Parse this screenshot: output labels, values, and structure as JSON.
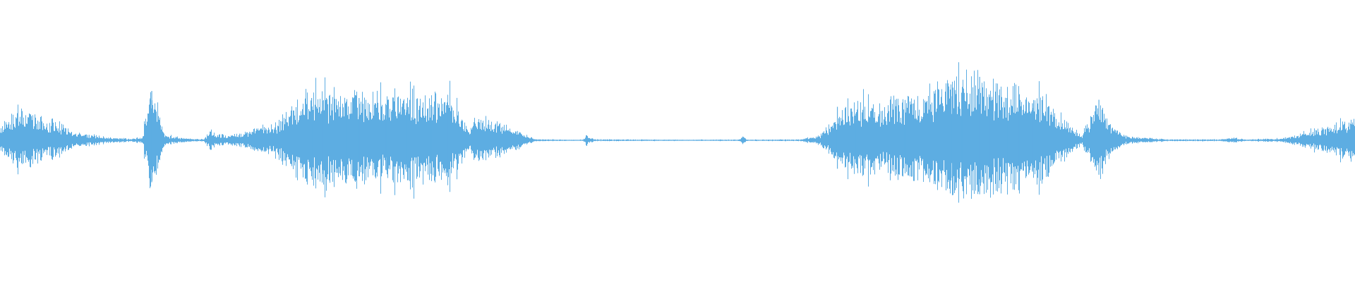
{
  "waveform": {
    "color": "#5dade2",
    "background": "#ffffff",
    "envelope": [
      [
        0,
        0.16
      ],
      [
        0.015,
        0.3
      ],
      [
        0.03,
        0.22
      ],
      [
        0.045,
        0.16
      ],
      [
        0.055,
        0.08
      ],
      [
        0.065,
        0.06
      ],
      [
        0.08,
        0.03
      ],
      [
        0.095,
        0.015
      ],
      [
        0.105,
        0.03
      ],
      [
        0.109,
        0.4
      ],
      [
        0.112,
        0.55
      ],
      [
        0.117,
        0.25
      ],
      [
        0.122,
        0.05
      ],
      [
        0.14,
        0.015
      ],
      [
        0.15,
        0.01
      ],
      [
        0.155,
        0.1
      ],
      [
        0.16,
        0.06
      ],
      [
        0.17,
        0.05
      ],
      [
        0.18,
        0.08
      ],
      [
        0.2,
        0.14
      ],
      [
        0.215,
        0.3
      ],
      [
        0.225,
        0.48
      ],
      [
        0.25,
        0.46
      ],
      [
        0.28,
        0.45
      ],
      [
        0.31,
        0.46
      ],
      [
        0.335,
        0.4
      ],
      [
        0.345,
        0.12
      ],
      [
        0.355,
        0.22
      ],
      [
        0.37,
        0.16
      ],
      [
        0.385,
        0.07
      ],
      [
        0.395,
        0.01
      ],
      [
        0.43,
        0.005
      ],
      [
        0.433,
        0.06
      ],
      [
        0.438,
        0.01
      ],
      [
        0.5,
        0.006
      ],
      [
        0.545,
        0.007
      ],
      [
        0.548,
        0.035
      ],
      [
        0.552,
        0.007
      ],
      [
        0.59,
        0.008
      ],
      [
        0.605,
        0.05
      ],
      [
        0.615,
        0.18
      ],
      [
        0.625,
        0.36
      ],
      [
        0.65,
        0.36
      ],
      [
        0.68,
        0.45
      ],
      [
        0.7,
        0.6
      ],
      [
        0.715,
        0.65
      ],
      [
        0.723,
        0.7
      ],
      [
        0.735,
        0.5
      ],
      [
        0.75,
        0.55
      ],
      [
        0.77,
        0.42
      ],
      [
        0.788,
        0.18
      ],
      [
        0.798,
        0.05
      ],
      [
        0.805,
        0.25
      ],
      [
        0.811,
        0.42
      ],
      [
        0.818,
        0.18
      ],
      [
        0.83,
        0.04
      ],
      [
        0.86,
        0.01
      ],
      [
        0.9,
        0.008
      ],
      [
        0.91,
        0.025
      ],
      [
        0.92,
        0.008
      ],
      [
        0.945,
        0.02
      ],
      [
        0.96,
        0.06
      ],
      [
        0.98,
        0.14
      ],
      [
        1.0,
        0.22
      ]
    ],
    "spikes": [
      [
        0.112,
        0.56
      ],
      [
        0.111,
        0.48
      ],
      [
        0.23,
        0.48
      ],
      [
        0.238,
        0.45
      ],
      [
        0.255,
        0.42
      ],
      [
        0.265,
        0.48
      ],
      [
        0.285,
        0.4
      ],
      [
        0.3,
        0.42
      ],
      [
        0.318,
        0.4
      ],
      [
        0.33,
        0.43
      ],
      [
        0.618,
        0.38
      ],
      [
        0.632,
        0.32
      ],
      [
        0.668,
        0.34
      ],
      [
        0.695,
        0.42
      ],
      [
        0.702,
        0.5
      ],
      [
        0.71,
        0.48
      ],
      [
        0.723,
        0.72
      ],
      [
        0.73,
        0.52
      ],
      [
        0.743,
        0.48
      ],
      [
        0.752,
        0.52
      ],
      [
        0.762,
        0.42
      ],
      [
        0.811,
        0.46
      ]
    ]
  }
}
